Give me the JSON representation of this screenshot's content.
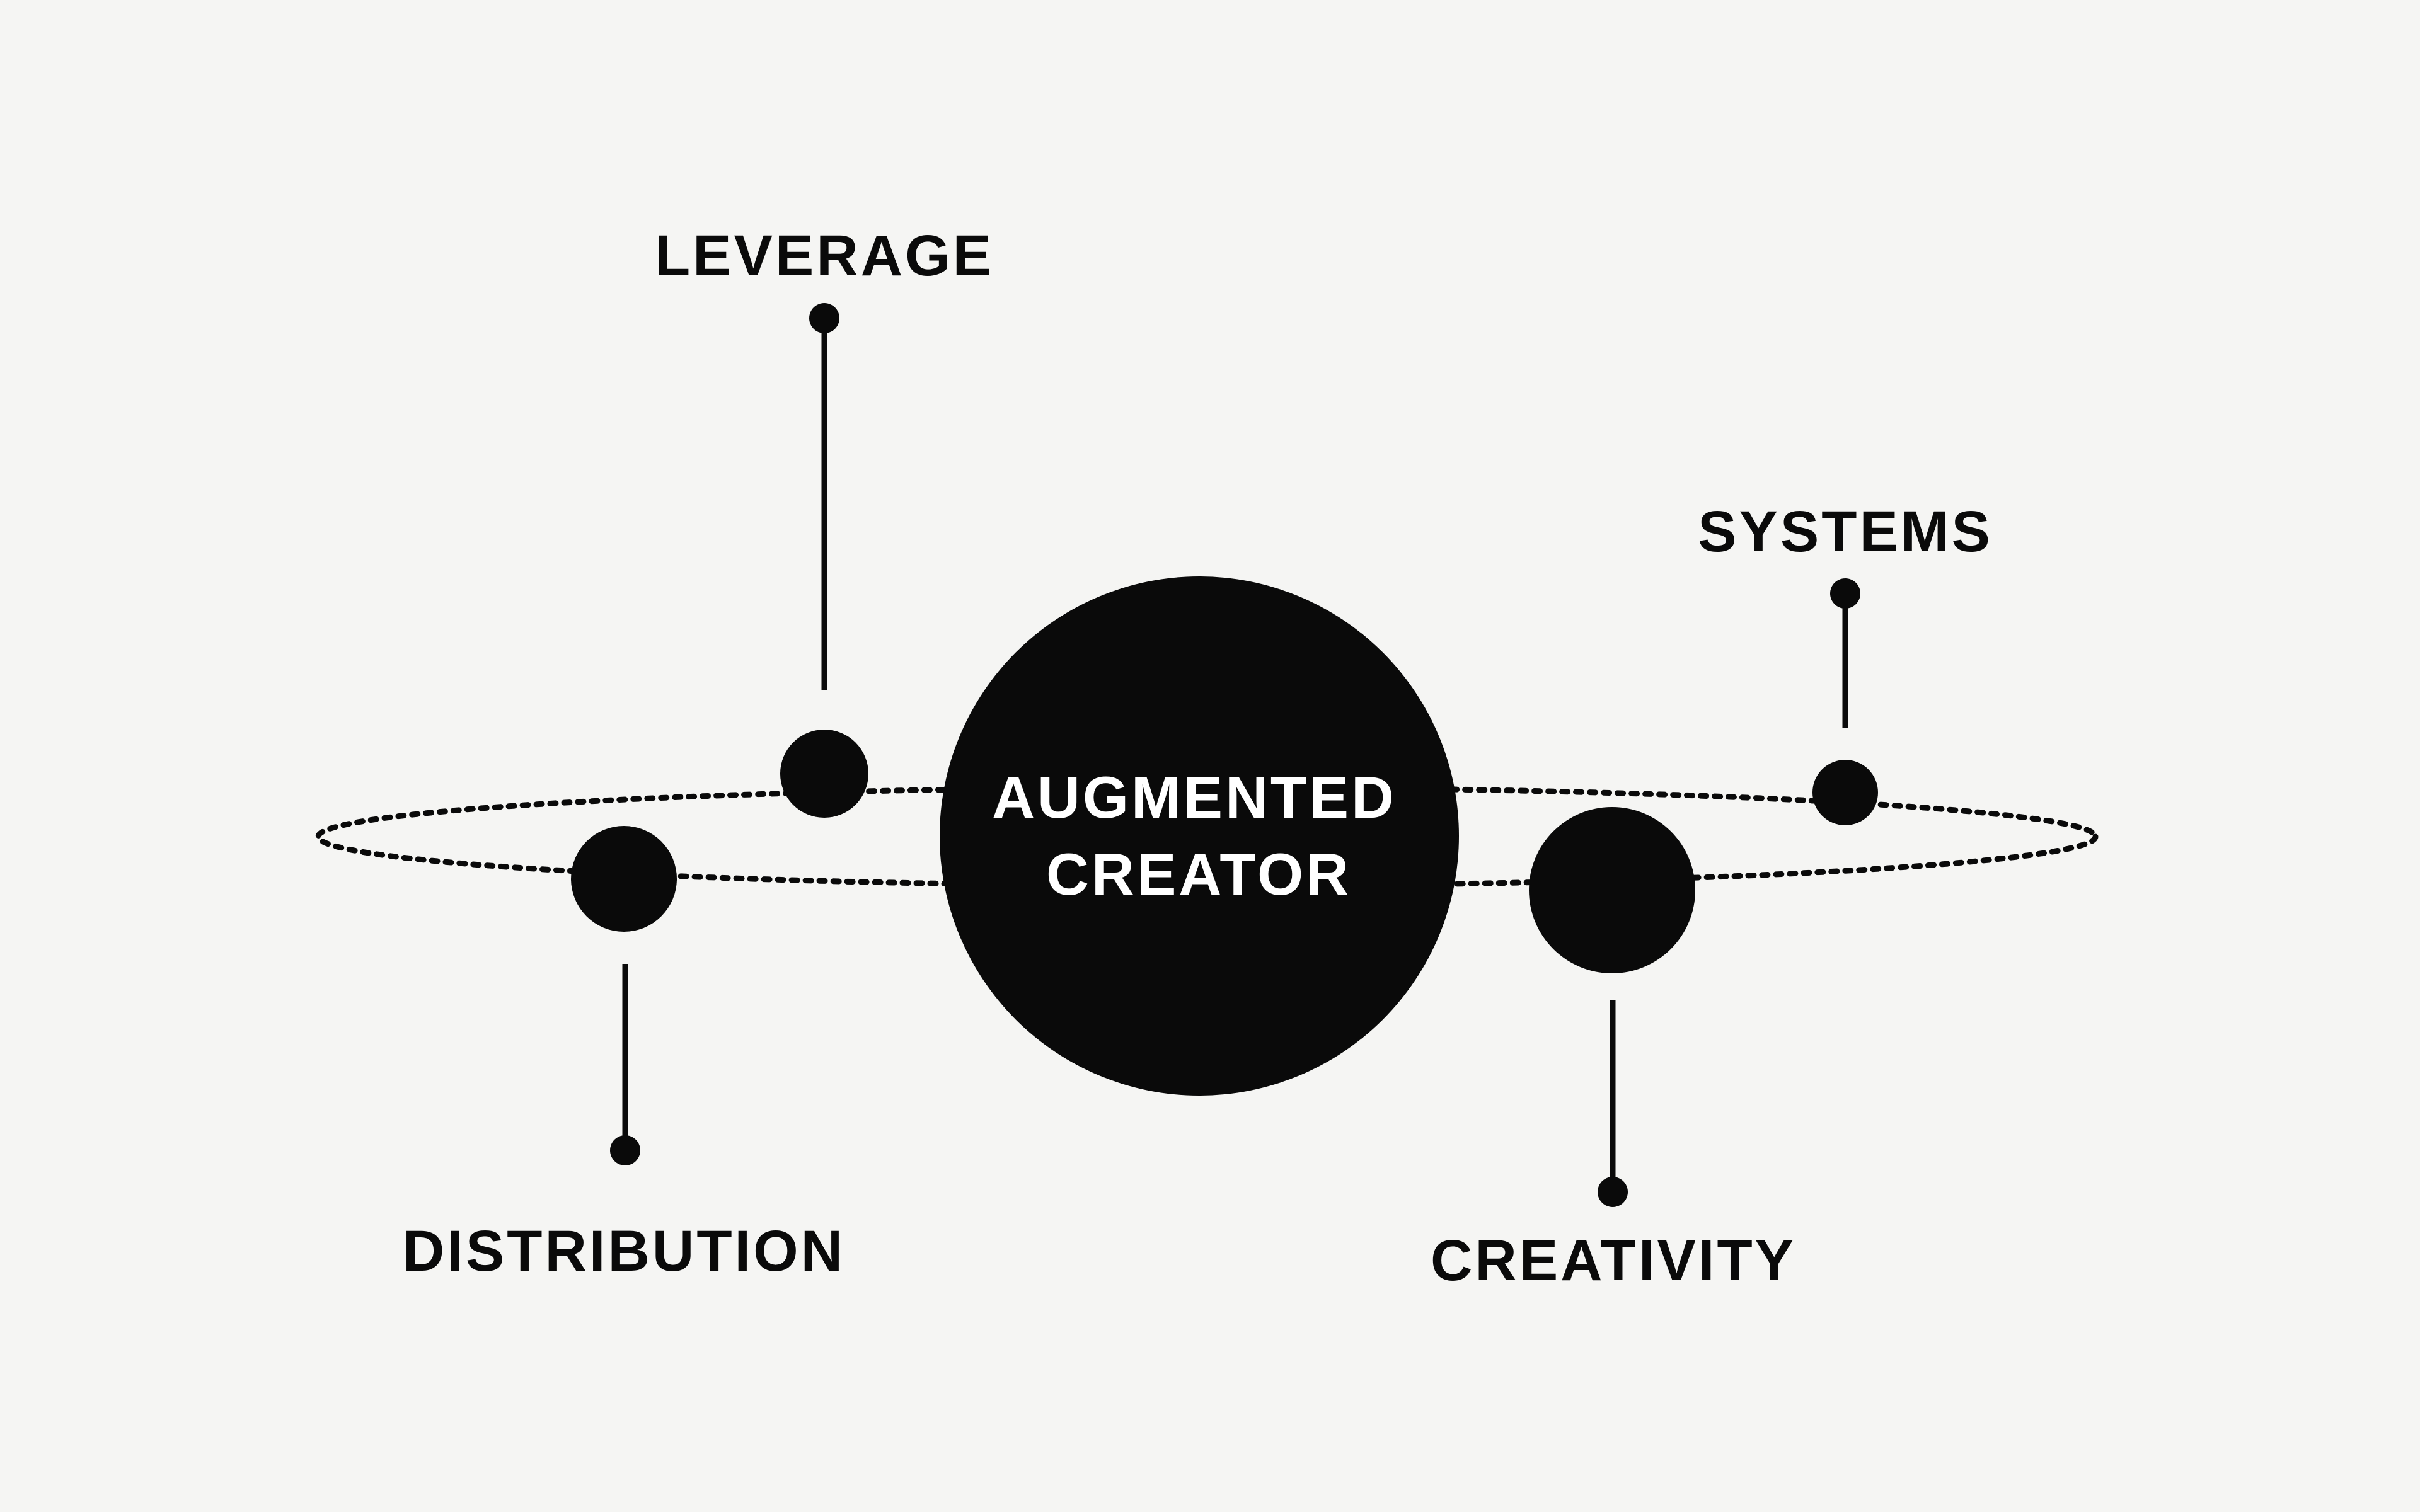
{
  "colors": {
    "background": "#f5f5f3",
    "ink": "#0a0a0a",
    "center_text": "#ffffff"
  },
  "center": {
    "line1": "AUGMENTED",
    "line2": "CREATOR"
  },
  "planets": [
    {
      "key": "leverage",
      "label": "LEVERAGE"
    },
    {
      "key": "systems",
      "label": "SYSTEMS"
    },
    {
      "key": "distribution",
      "label": "DISTRIBUTION"
    },
    {
      "key": "creativity",
      "label": "CREATIVITY"
    }
  ]
}
